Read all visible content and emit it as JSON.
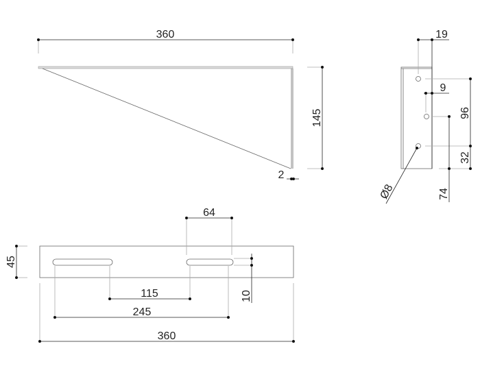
{
  "side_view": {
    "length": "360",
    "height": "145",
    "thickness": "2"
  },
  "end_view": {
    "width": "19",
    "offset": "9",
    "hole_spacing": "96",
    "bottom_offset": "32",
    "middle_hole_height": "74",
    "hole_diameter": "Ø8"
  },
  "plan_view": {
    "width": "45",
    "slot_length": "64",
    "slot_width": "10",
    "inner_spacing": "115",
    "outer_spacing": "245",
    "length": "360"
  }
}
